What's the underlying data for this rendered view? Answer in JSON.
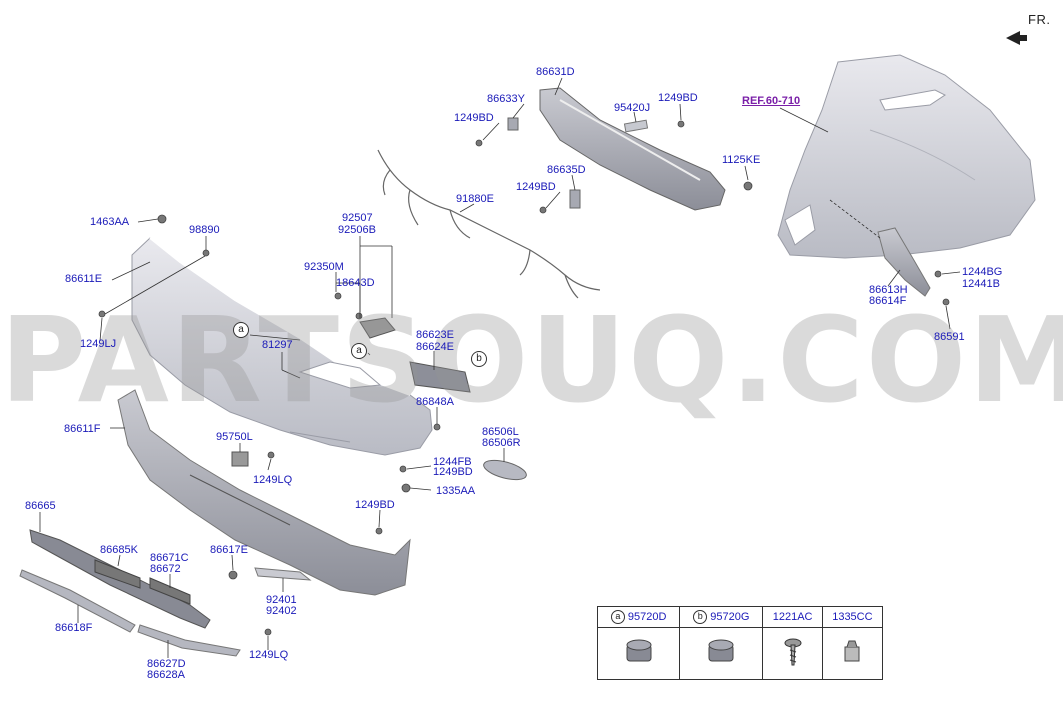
{
  "header": {
    "direction_label": "FR."
  },
  "watermark": "PARTSOUQ.COM",
  "reference": "REF.60-710",
  "part_labels": [
    "86631D",
    "86633Y",
    "1249BD",
    "95420J",
    "1249BD",
    "1125KE",
    "86635D",
    "1249BD",
    "91880E",
    "1463AA",
    "98890",
    "92507",
    "92506B",
    "86611E",
    "92350M",
    "18643D",
    "1249LJ",
    "81297",
    "86623E",
    "86624E",
    "86848A",
    "86611F",
    "95750L",
    "1249LQ",
    "86506L",
    "86506R",
    "1244FB",
    "1249BD",
    "1335AA",
    "1249BD",
    "86665",
    "86685K",
    "86671C",
    "86672",
    "86617E",
    "92401",
    "92402",
    "86618F",
    "86627D",
    "86628A",
    "1249LQ",
    "1244BG",
    "12441B",
    "86613H",
    "86614F",
    "86591"
  ],
  "callouts": [
    "a",
    "a",
    "b"
  ],
  "legend": {
    "columns": [
      {
        "marker": "a",
        "code": "95720D"
      },
      {
        "marker": "b",
        "code": "95720G"
      },
      {
        "marker": "",
        "code": "1221AC"
      },
      {
        "marker": "",
        "code": "1335CC"
      }
    ]
  }
}
